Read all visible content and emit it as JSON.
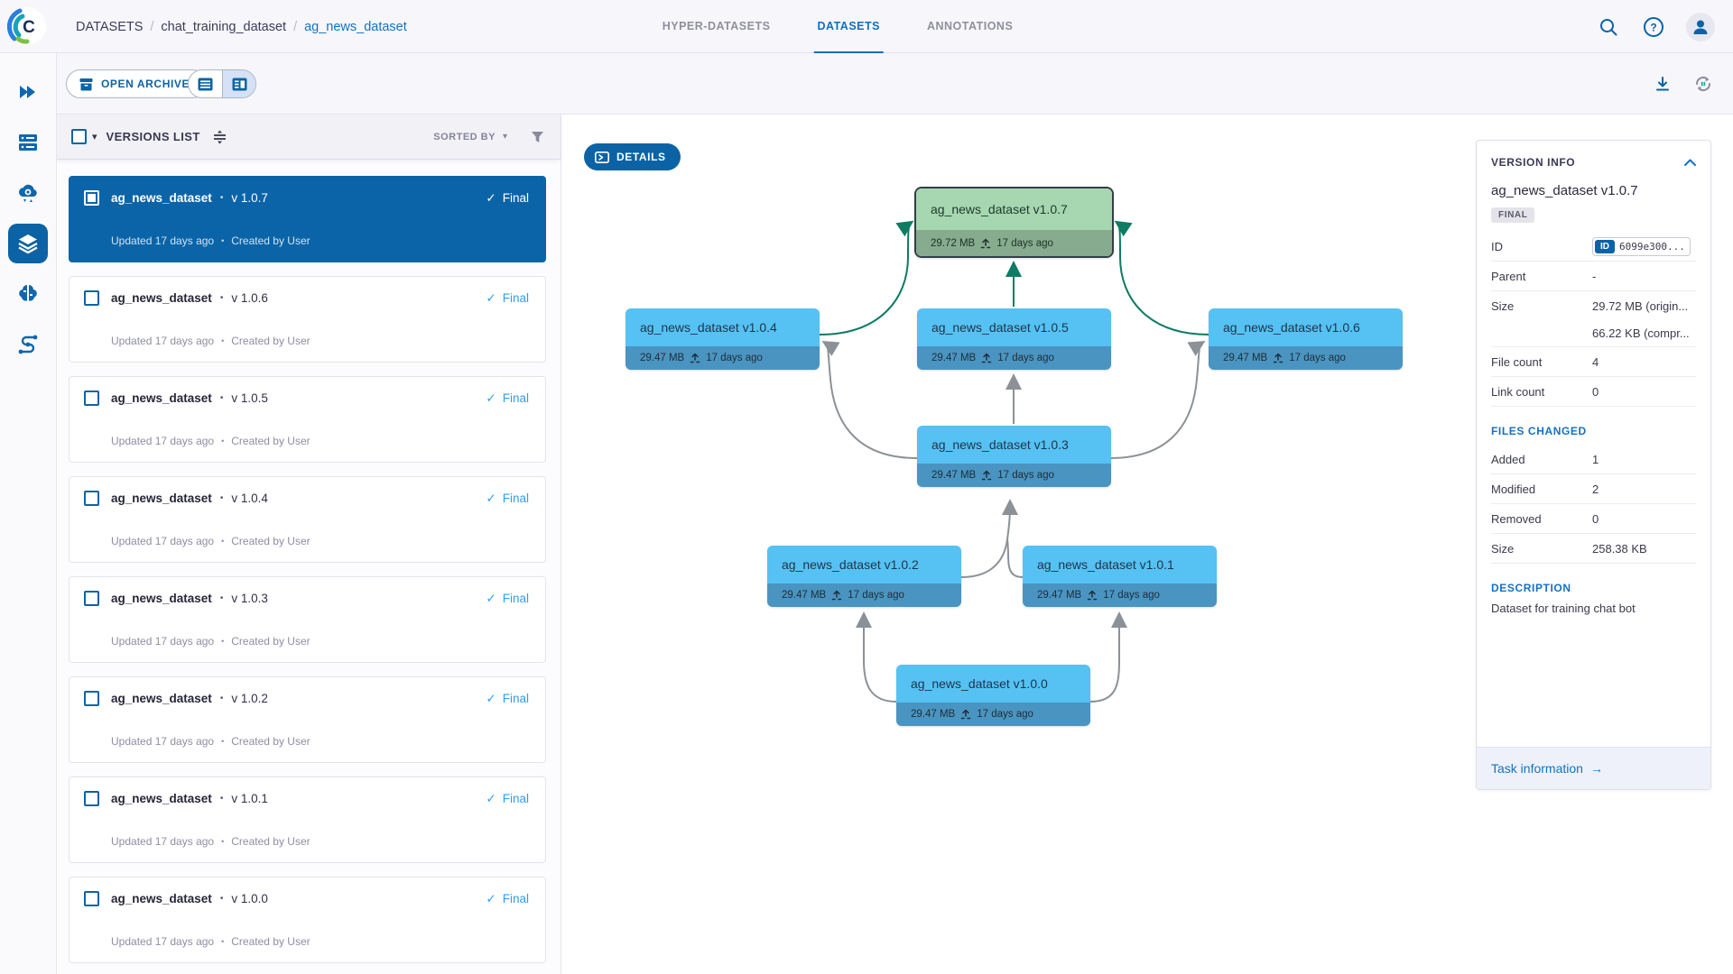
{
  "topbar": {
    "breadcrumb": {
      "root": "DATASETS",
      "separator": "/",
      "project": "chat_training_dataset",
      "dataset": "ag_news_dataset"
    },
    "tabs": {
      "hyper": "HYPER-DATASETS",
      "datasets": "DATASETS",
      "annotations": "ANNOTATIONS"
    }
  },
  "toolbar": {
    "open_archive": "OPEN ARCHIVE"
  },
  "versions_panel": {
    "title": "VERSIONS LIST",
    "sorted_by": "SORTED BY",
    "separator": "•",
    "check_glyph": "✓",
    "items": [
      {
        "name": "ag_news_dataset",
        "version": "v 1.0.7",
        "status": "Final",
        "updated": "Updated 17 days ago",
        "created": "Created by User"
      },
      {
        "name": "ag_news_dataset",
        "version": "v 1.0.6",
        "status": "Final",
        "updated": "Updated 17 days ago",
        "created": "Created by User"
      },
      {
        "name": "ag_news_dataset",
        "version": "v 1.0.5",
        "status": "Final",
        "updated": "Updated 17 days ago",
        "created": "Created by User"
      },
      {
        "name": "ag_news_dataset",
        "version": "v 1.0.4",
        "status": "Final",
        "updated": "Updated 17 days ago",
        "created": "Created by User"
      },
      {
        "name": "ag_news_dataset",
        "version": "v 1.0.3",
        "status": "Final",
        "updated": "Updated 17 days ago",
        "created": "Created by User"
      },
      {
        "name": "ag_news_dataset",
        "version": "v 1.0.2",
        "status": "Final",
        "updated": "Updated 17 days ago",
        "created": "Created by User"
      },
      {
        "name": "ag_news_dataset",
        "version": "v 1.0.1",
        "status": "Final",
        "updated": "Updated 17 days ago",
        "created": "Created by User"
      },
      {
        "name": "ag_news_dataset",
        "version": "v 1.0.0",
        "status": "Final",
        "updated": "Updated 17 days ago",
        "created": "Created by User"
      }
    ]
  },
  "graph": {
    "details_button": "DETAILS",
    "nodes": [
      {
        "label": "ag_news_dataset v1.0.7",
        "size": "29.72 MB",
        "age": "17 days ago"
      },
      {
        "label": "ag_news_dataset v1.0.4",
        "size": "29.47 MB",
        "age": "17 days ago"
      },
      {
        "label": "ag_news_dataset v1.0.5",
        "size": "29.47 MB",
        "age": "17 days ago"
      },
      {
        "label": "ag_news_dataset v1.0.6",
        "size": "29.47 MB",
        "age": "17 days ago"
      },
      {
        "label": "ag_news_dataset v1.0.3",
        "size": "29.47 MB",
        "age": "17 days ago"
      },
      {
        "label": "ag_news_dataset v1.0.2",
        "size": "29.47 MB",
        "age": "17 days ago"
      },
      {
        "label": "ag_news_dataset v1.0.1",
        "size": "29.47 MB",
        "age": "17 days ago"
      },
      {
        "label": "ag_news_dataset v1.0.0",
        "size": "29.47 MB",
        "age": "17 days ago"
      }
    ],
    "colors": {
      "edge_green": "#0e7b63",
      "edge_gray": "#8b9196",
      "node_blue": "#56c1f3",
      "node_green": "#a6d7b0"
    }
  },
  "info": {
    "header": "VERSION INFO",
    "title": "ag_news_dataset v1.0.7",
    "badge": "FINAL",
    "rows": {
      "id_label": "ID",
      "id_tag": "ID",
      "id_value": "6099e300...",
      "parent_label": "Parent",
      "parent_value": "-",
      "size_label": "Size",
      "size_value1": "29.72 MB (origin...",
      "size_value2": "66.22 KB (compr...",
      "file_count_label": "File count",
      "file_count": "4",
      "link_count_label": "Link count",
      "link_count": "0"
    },
    "files_changed": {
      "header": "FILES CHANGED",
      "added_label": "Added",
      "added": "1",
      "modified_label": "Modified",
      "modified": "2",
      "removed_label": "Removed",
      "removed": "0",
      "size_label": "Size",
      "size": "258.38 KB"
    },
    "description": {
      "header": "DESCRIPTION",
      "text": "Dataset for training chat bot"
    },
    "task_link": "Task information",
    "task_link_arrow": "→"
  }
}
